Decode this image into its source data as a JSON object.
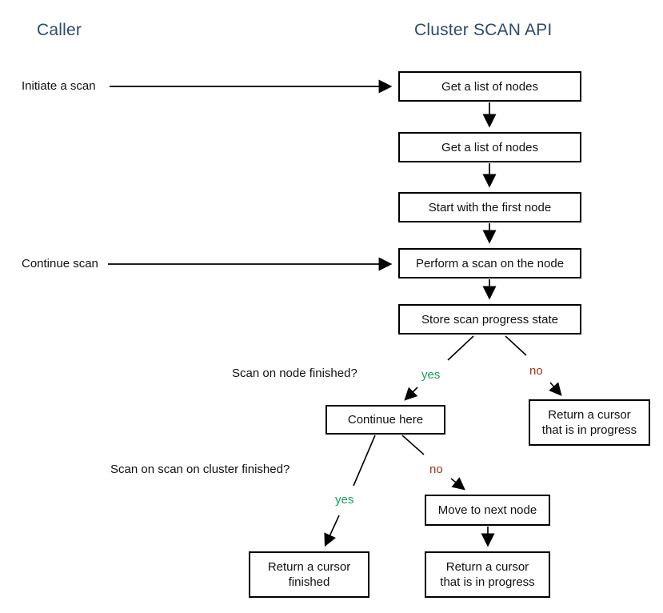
{
  "headers": {
    "caller": "Caller",
    "api": "Cluster SCAN API"
  },
  "caller_actions": {
    "initiate": "Initiate a scan",
    "continue": "Continue scan"
  },
  "nodes": {
    "get_nodes_1": {
      "label": "Get a list of nodes"
    },
    "get_nodes_2": {
      "label": "Get a list of nodes"
    },
    "start_first": {
      "label": "Start with the first node"
    },
    "perform_scan": {
      "label": "Perform a scan on the node"
    },
    "store_state": {
      "label": "Store scan progress state"
    },
    "continue_here": {
      "label": "Continue here"
    },
    "cursor_in_progress_right": {
      "label": "Return a cursor\nthat is in progress"
    },
    "move_next": {
      "label": "Move to next node"
    },
    "cursor_finished": {
      "label": "Return a cursor\nfinished"
    },
    "cursor_in_progress_bottom": {
      "label": "Return a cursor\nthat is in progress"
    }
  },
  "questions": {
    "node_finished": "Scan on node finished?",
    "cluster_finished": "Scan on scan on cluster finished?"
  },
  "branch_labels": {
    "yes1": "yes",
    "no1": "no",
    "yes2": "yes",
    "no2": "no"
  },
  "colors": {
    "header_text": "#2e4a6b",
    "yes_text": "#16a05d",
    "no_text": "#a33524",
    "line": "#000000",
    "box_border": "#000000",
    "box_background": "#ffffff"
  }
}
